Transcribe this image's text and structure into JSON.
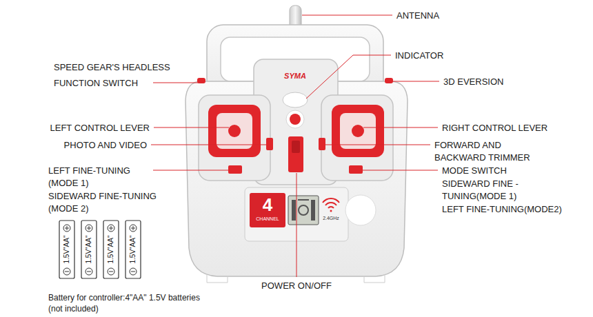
{
  "diagram": {
    "labels": [
      "ANTENNA",
      "SPEED GEAR'S HEADLESS FUNCTION SWITCH",
      "INDICATOR",
      "3D EVERSION",
      "SYMA",
      "LEFT CONTROL LEVER",
      "RIGHT CONTROL LEVER",
      "PHOTO AND VIDEO",
      "FORWARD AND BACKWARD TRIMMER",
      "LEFT FINE-TUNING (MODE 1)",
      "MODE SWITCH",
      "SIDEWARD FINE - TUNING(MODE 1)",
      "SIDEWARD FINE-TUNING (MODE 2)",
      "LEFT FINE-TUNING(MODE2)",
      "4",
      "CHANNEL",
      "2.4GHz",
      "1.5V\"AA\"",
      "1.5V\"AA\"",
      "1.5V\"AA\"",
      "1.5V\"AA\"",
      "POWER ON/OFF",
      "Battery for controller:4\"AA\" 1.5V batteries (not included)"
    ]
  }
}
